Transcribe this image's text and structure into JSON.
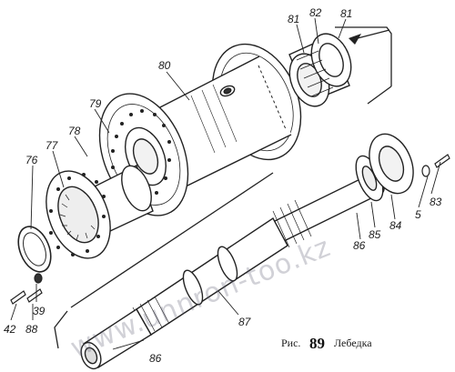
{
  "diagram": {
    "callouts": {
      "p5": "5",
      "p39": "39",
      "p42": "42",
      "p76": "76",
      "p77": "77",
      "p78": "78",
      "p79": "79",
      "p80": "80",
      "p81a": "81",
      "p81b": "81",
      "p82": "82",
      "p83": "83",
      "p84": "84",
      "p85": "85",
      "p86a": "86",
      "p86b": "86",
      "p87": "87",
      "p88": "88"
    },
    "caption": {
      "prefix": "Рис.",
      "number": "89",
      "title": "Лебедка"
    },
    "watermark": "www.unnron-too.kz"
  }
}
